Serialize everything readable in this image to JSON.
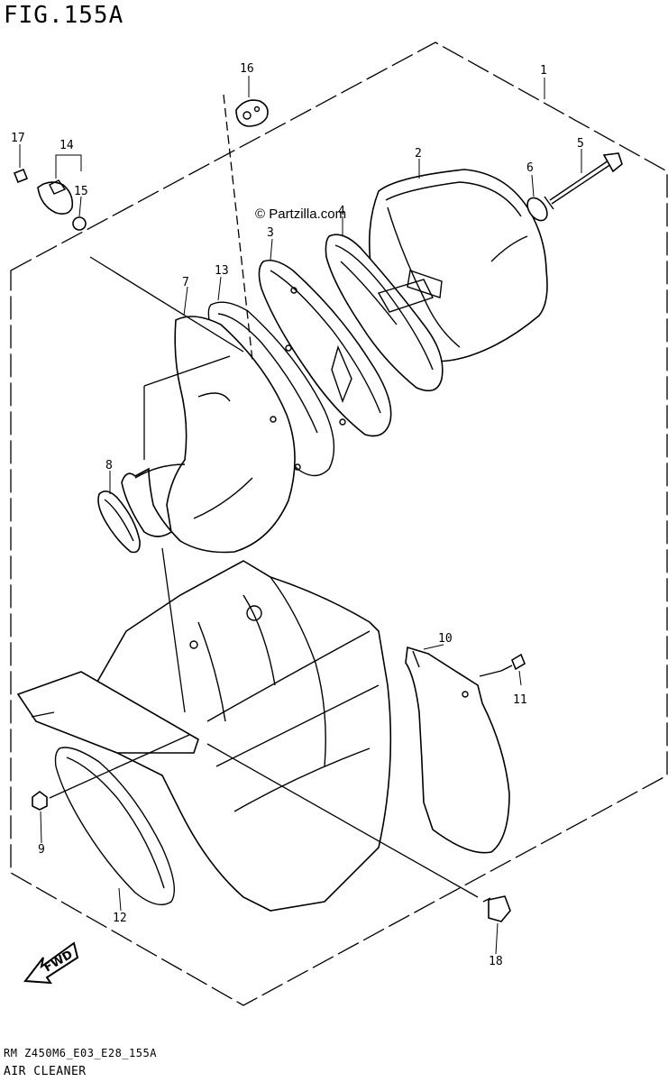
{
  "figure": {
    "title": "FIG.155A",
    "watermark": "© Partzilla.com",
    "code": "RM Z450M6_E03_E28_155A",
    "name": "AIR CLEANER",
    "fwd_label": "FWD"
  },
  "callouts": [
    {
      "id": "1",
      "label": "1"
    },
    {
      "id": "2",
      "label": "2"
    },
    {
      "id": "3",
      "label": "3"
    },
    {
      "id": "4",
      "label": "4"
    },
    {
      "id": "5",
      "label": "5"
    },
    {
      "id": "6",
      "label": "6"
    },
    {
      "id": "7",
      "label": "7"
    },
    {
      "id": "8",
      "label": "8"
    },
    {
      "id": "9",
      "label": "9"
    },
    {
      "id": "10",
      "label": "10"
    },
    {
      "id": "11",
      "label": "11"
    },
    {
      "id": "12",
      "label": "12"
    },
    {
      "id": "13",
      "label": "13"
    },
    {
      "id": "14",
      "label": "14"
    },
    {
      "id": "15",
      "label": "15"
    },
    {
      "id": "16",
      "label": "16"
    },
    {
      "id": "17",
      "label": "17"
    },
    {
      "id": "18",
      "label": "18"
    }
  ]
}
